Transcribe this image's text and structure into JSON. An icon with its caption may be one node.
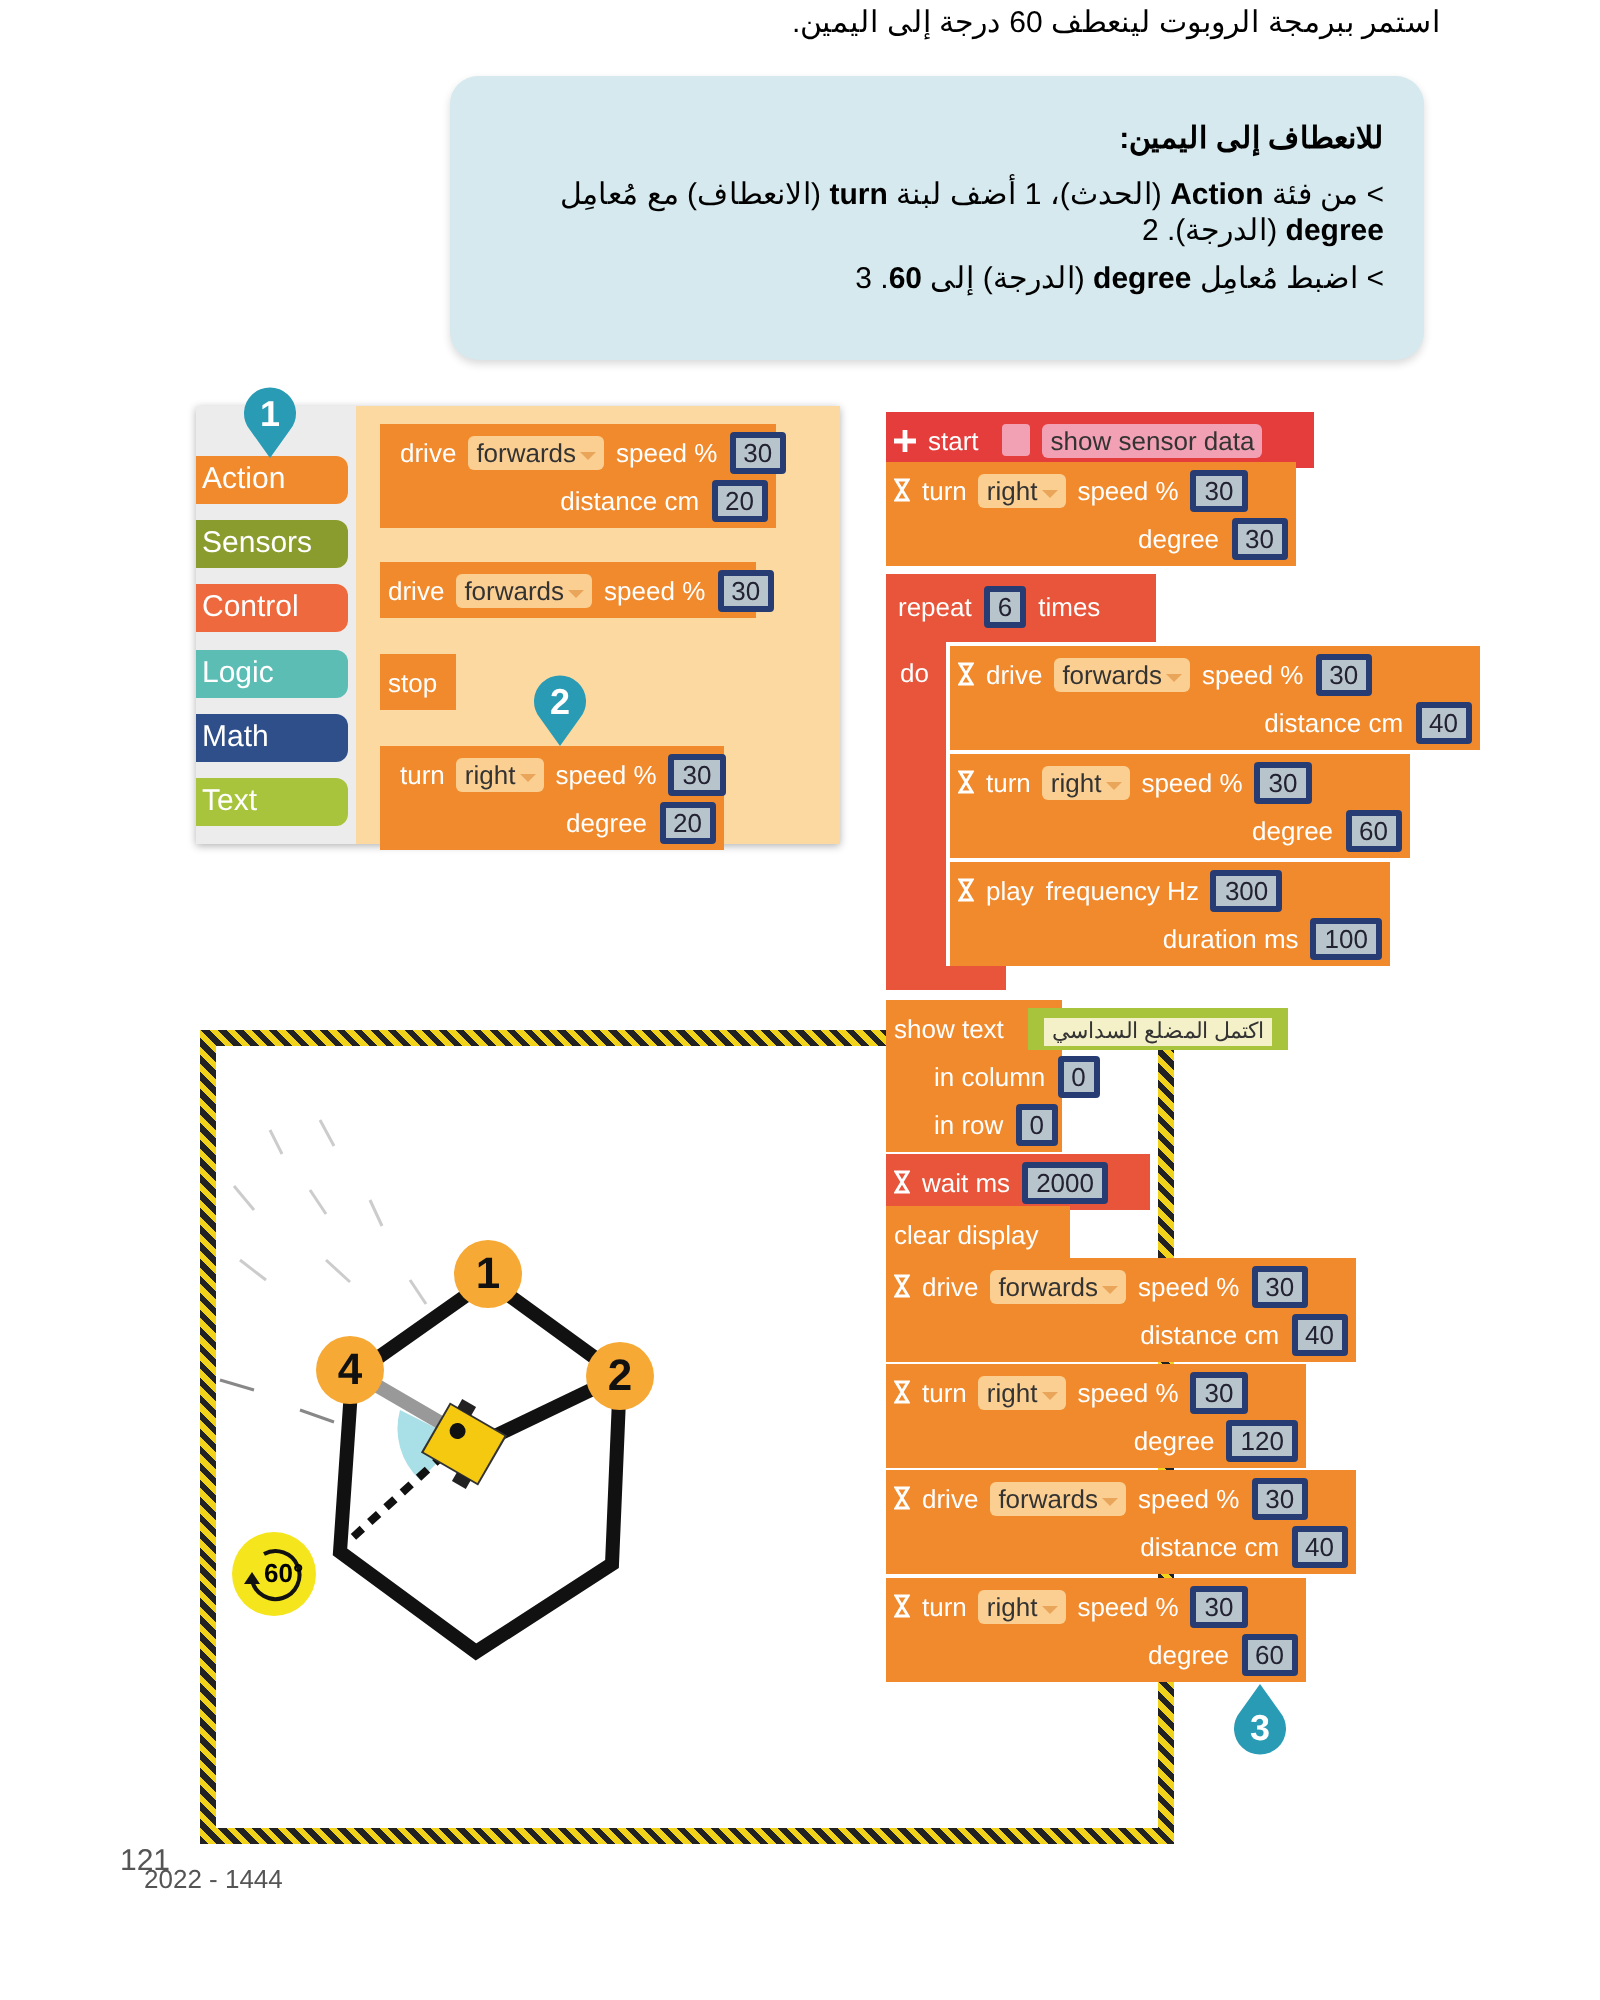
{
  "diagram": {
    "nodes": [
      {
        "text": [
          "للانعطاف إلى اليمين:",
          "> من فئة **Action** (الحدث)، 1 أضف لبنة **turn** (الانعطاف) مع مُعامِل **degree** (الدرجة). 2",
          "> اضبط مُعامِل **degree** (الدرجة) إلى **60**. 3"
        ]
      },
      {
        "text": [
          "Action"
        ]
      },
      {
        "text": [
          "Sensors"
        ]
      },
      {
        "text": [
          "Control"
        ]
      },
      {
        "text": [
          "Logic"
        ]
      },
      {
        "text": [
          "Math"
        ]
      },
      {
        "text": [
          "Text"
        ]
      },
      {
        "text": [
          "drive",
          "forwards",
          "speed %",
          "30",
          "distance cm",
          "20"
        ]
      },
      {
        "text": [
          "drive",
          "forwards",
          "speed %",
          "30"
        ]
      },
      {
        "text": [
          "stop"
        ]
      },
      {
        "text": [
          "turn",
          "right",
          "speed %",
          "30",
          "degree",
          "20"
        ]
      },
      {
        "text": [
          "start",
          "show sensor data"
        ]
      },
      {
        "text": [
          "turn",
          "right",
          "speed %",
          "30",
          "degree",
          "30"
        ]
      },
      {
        "text": [
          "repeat",
          "6",
          "times",
          "do"
        ]
      },
      {
        "text": [
          "drive",
          "forwards",
          "speed %",
          "30",
          "distance cm",
          "40"
        ]
      },
      {
        "text": [
          "turn",
          "right",
          "speed %",
          "30",
          "degree",
          "60"
        ]
      },
      {
        "text": [
          "play",
          "frequency Hz",
          "300",
          "duration ms",
          "100"
        ]
      },
      {
        "text": [
          "show text",
          "اكتمل المضلع السداسي",
          "in column",
          "0",
          "in row",
          "0"
        ]
      },
      {
        "text": [
          "wait ms",
          "2000"
        ]
      },
      {
        "text": [
          "clear display"
        ]
      },
      {
        "text": [
          "drive",
          "forwards",
          "speed %",
          "30",
          "distance cm",
          "40"
        ]
      },
      {
        "text": [
          "turn",
          "right",
          "speed %",
          "30",
          "degree",
          "120"
        ]
      },
      {
        "text": [
          "drive",
          "forwards",
          "speed %",
          "30",
          "distance cm",
          "40"
        ]
      },
      {
        "text": [
          "turn",
          "right",
          "speed %",
          "30",
          "degree",
          "60"
        ]
      }
    ],
    "edges": [],
    "labels": [
      "استمر ببرمجة الروبوت لينعطف 60 درجة إلى اليمين.",
      "1",
      "2",
      "1",
      "4",
      "2",
      "60°",
      "3",
      "121",
      "2022 - 1444"
    ]
  }
}
